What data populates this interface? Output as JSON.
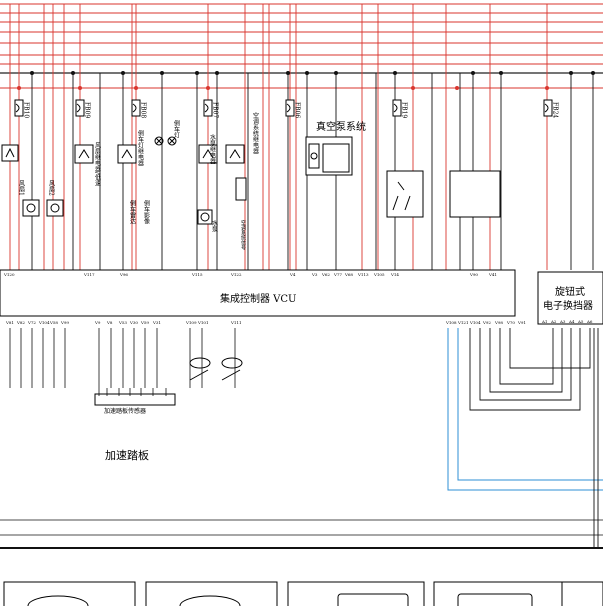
{
  "units": {
    "vcu": "集成控制器 VCU",
    "knob_line1": "旋钮式",
    "knob_line2": "电子换挡器",
    "vacuum": "真空泵系统",
    "pedal": "加速踏板",
    "pedal_sensor": "加速踏板传感器"
  },
  "fuses": [
    "FB10",
    "FB09",
    "FB08",
    "FB07",
    "FB06",
    "FB19",
    "FB24"
  ],
  "component_labels": {
    "fan1": "风扇1",
    "fan2": "风扇2",
    "fan_relay": "风扇继电器/低速",
    "reverse_relay": "倒车灯继电器",
    "reverse_lamp": "倒车灯",
    "reverse_cam": "倒车影像",
    "reverse_radar": "倒车雷达",
    "pump_relay": "水泵继电器",
    "pump": "水泵",
    "ac_relay": "空调系统继电器",
    "ac_signal": "空调系统信号"
  },
  "vcu_top_pins": [
    "V120",
    "V117",
    "V96",
    "V115",
    "V122",
    "V4",
    "V3",
    "V62",
    "V77",
    "V68",
    "V113",
    "V105",
    "V14",
    "V90",
    "V41"
  ],
  "vcu_bottom_pins": [
    "V81",
    "V82",
    "V72",
    "V104",
    "V58",
    "V99",
    "V9",
    "V8",
    "V53",
    "V30",
    "V59",
    "V31",
    "V109",
    "V101",
    "V111",
    "V108",
    "V121",
    "V104",
    "V92",
    "V98",
    "V70",
    "V91"
  ],
  "knob_pins": [
    "A1",
    "A2",
    "A3",
    "A4",
    "A5",
    "A6"
  ]
}
